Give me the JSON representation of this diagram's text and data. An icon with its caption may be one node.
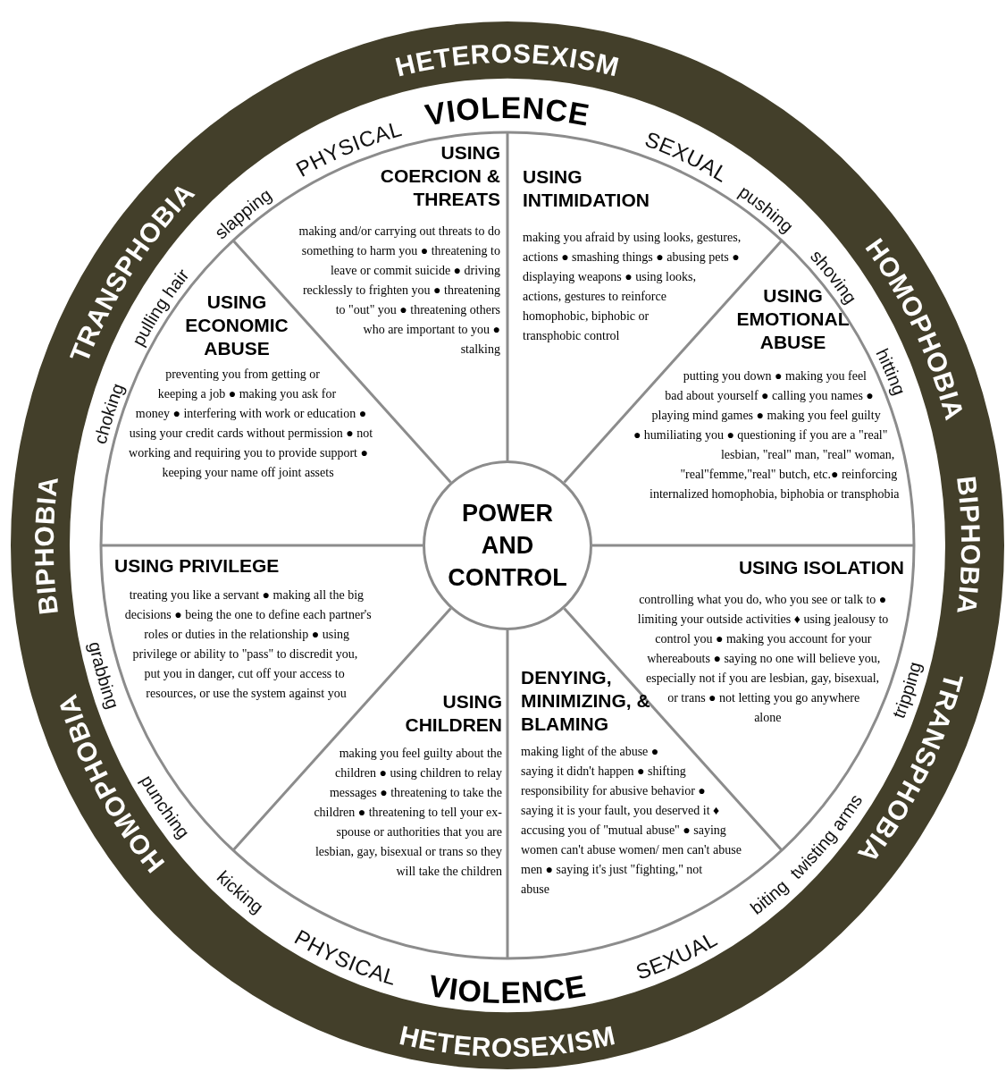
{
  "diagram": {
    "nodes": [
      {
        "text": [
          "USING COERCION & THREATS",
          "making and/or carrying out threats to do something to harm you ● threatening to leave or commit suicide ● driving recklessly to frighten you ● threatening to \"out\" you ● threatening others who are important to you ● stalking"
        ]
      },
      {
        "text": [
          "USING INTIMIDATION",
          "making you afraid by using looks, gestures, actions ● smashing things ● abusing pets ● displaying weapons ● using looks, actions, gestures to reinforce homophobic, biphobic or transphobic control"
        ]
      },
      {
        "text": [
          "USING ECONOMIC ABUSE",
          "preventing you from getting or keeping a job ● making you ask for money ● interfering with work or education ● using your credit cards without permission ● not working and requiring you to provide support ● keeping your name off joint assets"
        ]
      },
      {
        "text": [
          "USING EMOTIONAL ABUSE",
          "putting you down ● making you feel bad about yourself ● calling you names ● playing mind games ● making you feel guilty ● humiliating you ● questioning if you are a \"real\" lesbian, \"real\" man, \"real\" woman, \"real\"femme,\"real\" butch, etc.● reinforcing internalized homophobia, biphobia or transphobia"
        ]
      },
      {
        "text": [
          "POWER AND CONTROL"
        ]
      },
      {
        "text": [
          "USING PRIVILEGE",
          "treating you like a servant ● making all the big decisions ● being the one to define each partner's roles or duties in the relationship ● using privilege or ability to \"pass\" to discredit you, put you in danger, cut off your access to resources, or use the system against you"
        ]
      },
      {
        "text": [
          "USING ISOLATION",
          "controlling what you do, who you see or talk to ● limiting your outside activities ♦ using jealousy to control you ● making you account for your whereabouts ● saying no one will believe you, especially not if you are lesbian, gay, bisexual, or trans ● not letting you go anywhere alone"
        ]
      },
      {
        "text": [
          "USING CHILDREN",
          "making you feel guilty about the children ● using children to relay messages ● threatening to take the children ● threatening to tell your ex-spouse or authorities that you are lesbian, gay, bisexual or trans so they will take the children"
        ]
      },
      {
        "text": [
          "DENYING, MINIMIZING, & BLAMING",
          "making light of the abuse ● saying it didn't happen ● shifting responsibility for abusive behavior ● saying it is your fault, you deserved it ♦ accusing you of \"mutual abuse\" ● saying women can't abuse women/ men can't abuse men ● saying it's just \"fighting,\" not abuse"
        ]
      }
    ],
    "labels": [
      "HETEROSEXISM",
      "VIOLENCE",
      "PHYSICAL",
      "SEXUAL",
      "TRANSPHOBIA",
      "slapping",
      "pushing",
      "HOMOPHOBIA",
      "pulling hair",
      "shoving",
      "choking",
      "hitting",
      "BIPHOBIA",
      "BIPHOBIA",
      "grabbing",
      "tripping",
      "punching",
      "twisting arms",
      "HOMOPHOBIA",
      "TRANSPHOBIA",
      "kicking",
      "biting",
      "PHYSICAL",
      "SEXUAL",
      "VIOLENCE",
      "HETEROSEXISM"
    ]
  }
}
